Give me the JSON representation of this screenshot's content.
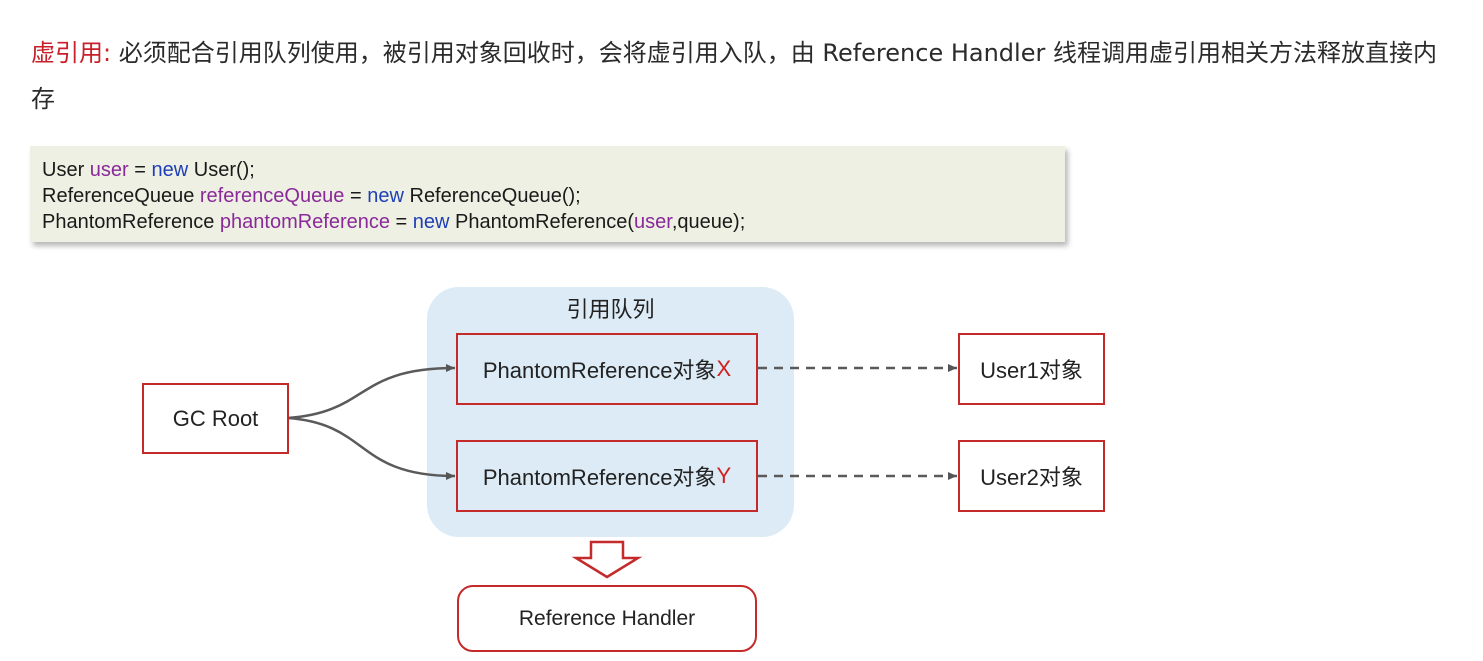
{
  "heading": {
    "term": "虚引用:",
    "text": " 必须配合引用队列使用，被引用对象回收时，会将虚引用入队，由 Reference Handler 线程调用虚引用相关方法释放直接内存"
  },
  "code": {
    "line1": {
      "t1": "User ",
      "v1": "user",
      "t2": " = ",
      "k1": "new",
      "t3": " User();"
    },
    "line2": {
      "t1": "ReferenceQueue ",
      "v1": "referenceQueue",
      "t2": " = ",
      "k1": "new",
      "t3": " ReferenceQueue();"
    },
    "line3": {
      "t1": "PhantomReference ",
      "v1": "phantomReference",
      "t2": " = ",
      "k1": "new",
      "t3": " PhantomReference(",
      "v2": "user",
      "t4": ",queue);"
    }
  },
  "diagram": {
    "queue_title": "引用队列",
    "gc_root": "GC Root",
    "pr_x": {
      "label": "PhantomReference对象",
      "suffix": "X"
    },
    "pr_y": {
      "label": "PhantomReference对象",
      "suffix": "Y"
    },
    "user1": "User1对象",
    "user2": "User2对象",
    "handler": "Reference Handler"
  },
  "colors": {
    "accent_red": "#c8202a",
    "keyword_blue": "#1f3fb6",
    "variable_purple": "#8a2a9a",
    "queue_bg": "#dcebf5",
    "code_bg": "#eef0e3"
  }
}
